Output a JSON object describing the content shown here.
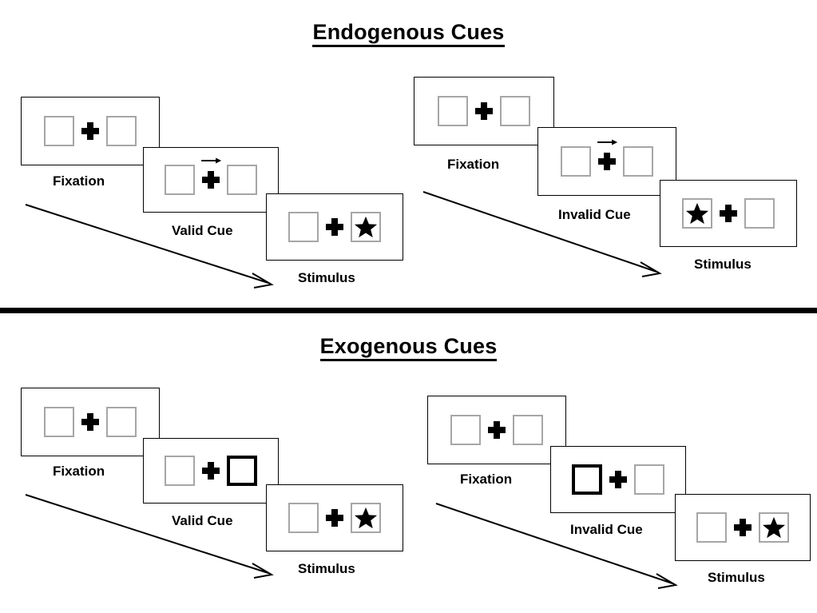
{
  "sections": [
    {
      "id": "endogenous",
      "title": "Endogenous Cues",
      "sequences": [
        {
          "id": "endogenous-valid",
          "frames": [
            {
              "caption": "Fixation",
              "cue": "none",
              "cued_side": "none",
              "target_side": "none"
            },
            {
              "caption": "Valid Cue",
              "cue": "arrow",
              "cued_side": "right",
              "target_side": "none"
            },
            {
              "caption": "Stimulus",
              "cue": "none",
              "cued_side": "none",
              "target_side": "right"
            }
          ]
        },
        {
          "id": "endogenous-invalid",
          "frames": [
            {
              "caption": "Fixation",
              "cue": "none",
              "cued_side": "none",
              "target_side": "none"
            },
            {
              "caption": "Invalid Cue",
              "cue": "arrow",
              "cued_side": "right",
              "target_side": "none"
            },
            {
              "caption": "Stimulus",
              "cue": "none",
              "cued_side": "none",
              "target_side": "left"
            }
          ]
        }
      ]
    },
    {
      "id": "exogenous",
      "title": "Exogenous Cues",
      "sequences": [
        {
          "id": "exogenous-valid",
          "frames": [
            {
              "caption": "Fixation",
              "cue": "none",
              "cued_side": "none",
              "target_side": "none"
            },
            {
              "caption": "Valid Cue",
              "cue": "highlight",
              "cued_side": "right",
              "target_side": "none"
            },
            {
              "caption": "Stimulus",
              "cue": "none",
              "cued_side": "none",
              "target_side": "right"
            }
          ]
        },
        {
          "id": "exogenous-invalid",
          "frames": [
            {
              "caption": "Fixation",
              "cue": "none",
              "cued_side": "none",
              "target_side": "none"
            },
            {
              "caption": "Invalid Cue",
              "cue": "highlight",
              "cued_side": "left",
              "target_side": "none"
            },
            {
              "caption": "Stimulus",
              "cue": "none",
              "cued_side": "none",
              "target_side": "right"
            }
          ]
        }
      ]
    }
  ],
  "icons": {
    "cue_arrow": "right-arrow-icon",
    "fixation": "plus-icon",
    "target": "star-icon",
    "time_flow": "time-arrow-icon"
  },
  "colors": {
    "ink": "#000000",
    "box_border": "#a6a6a6",
    "cued_box_border": "#000000",
    "background": "#ffffff"
  },
  "labels": {
    "fixation": "Fixation",
    "valid_cue": "Valid Cue",
    "invalid_cue": "Invalid Cue",
    "stimulus": "Stimulus"
  }
}
